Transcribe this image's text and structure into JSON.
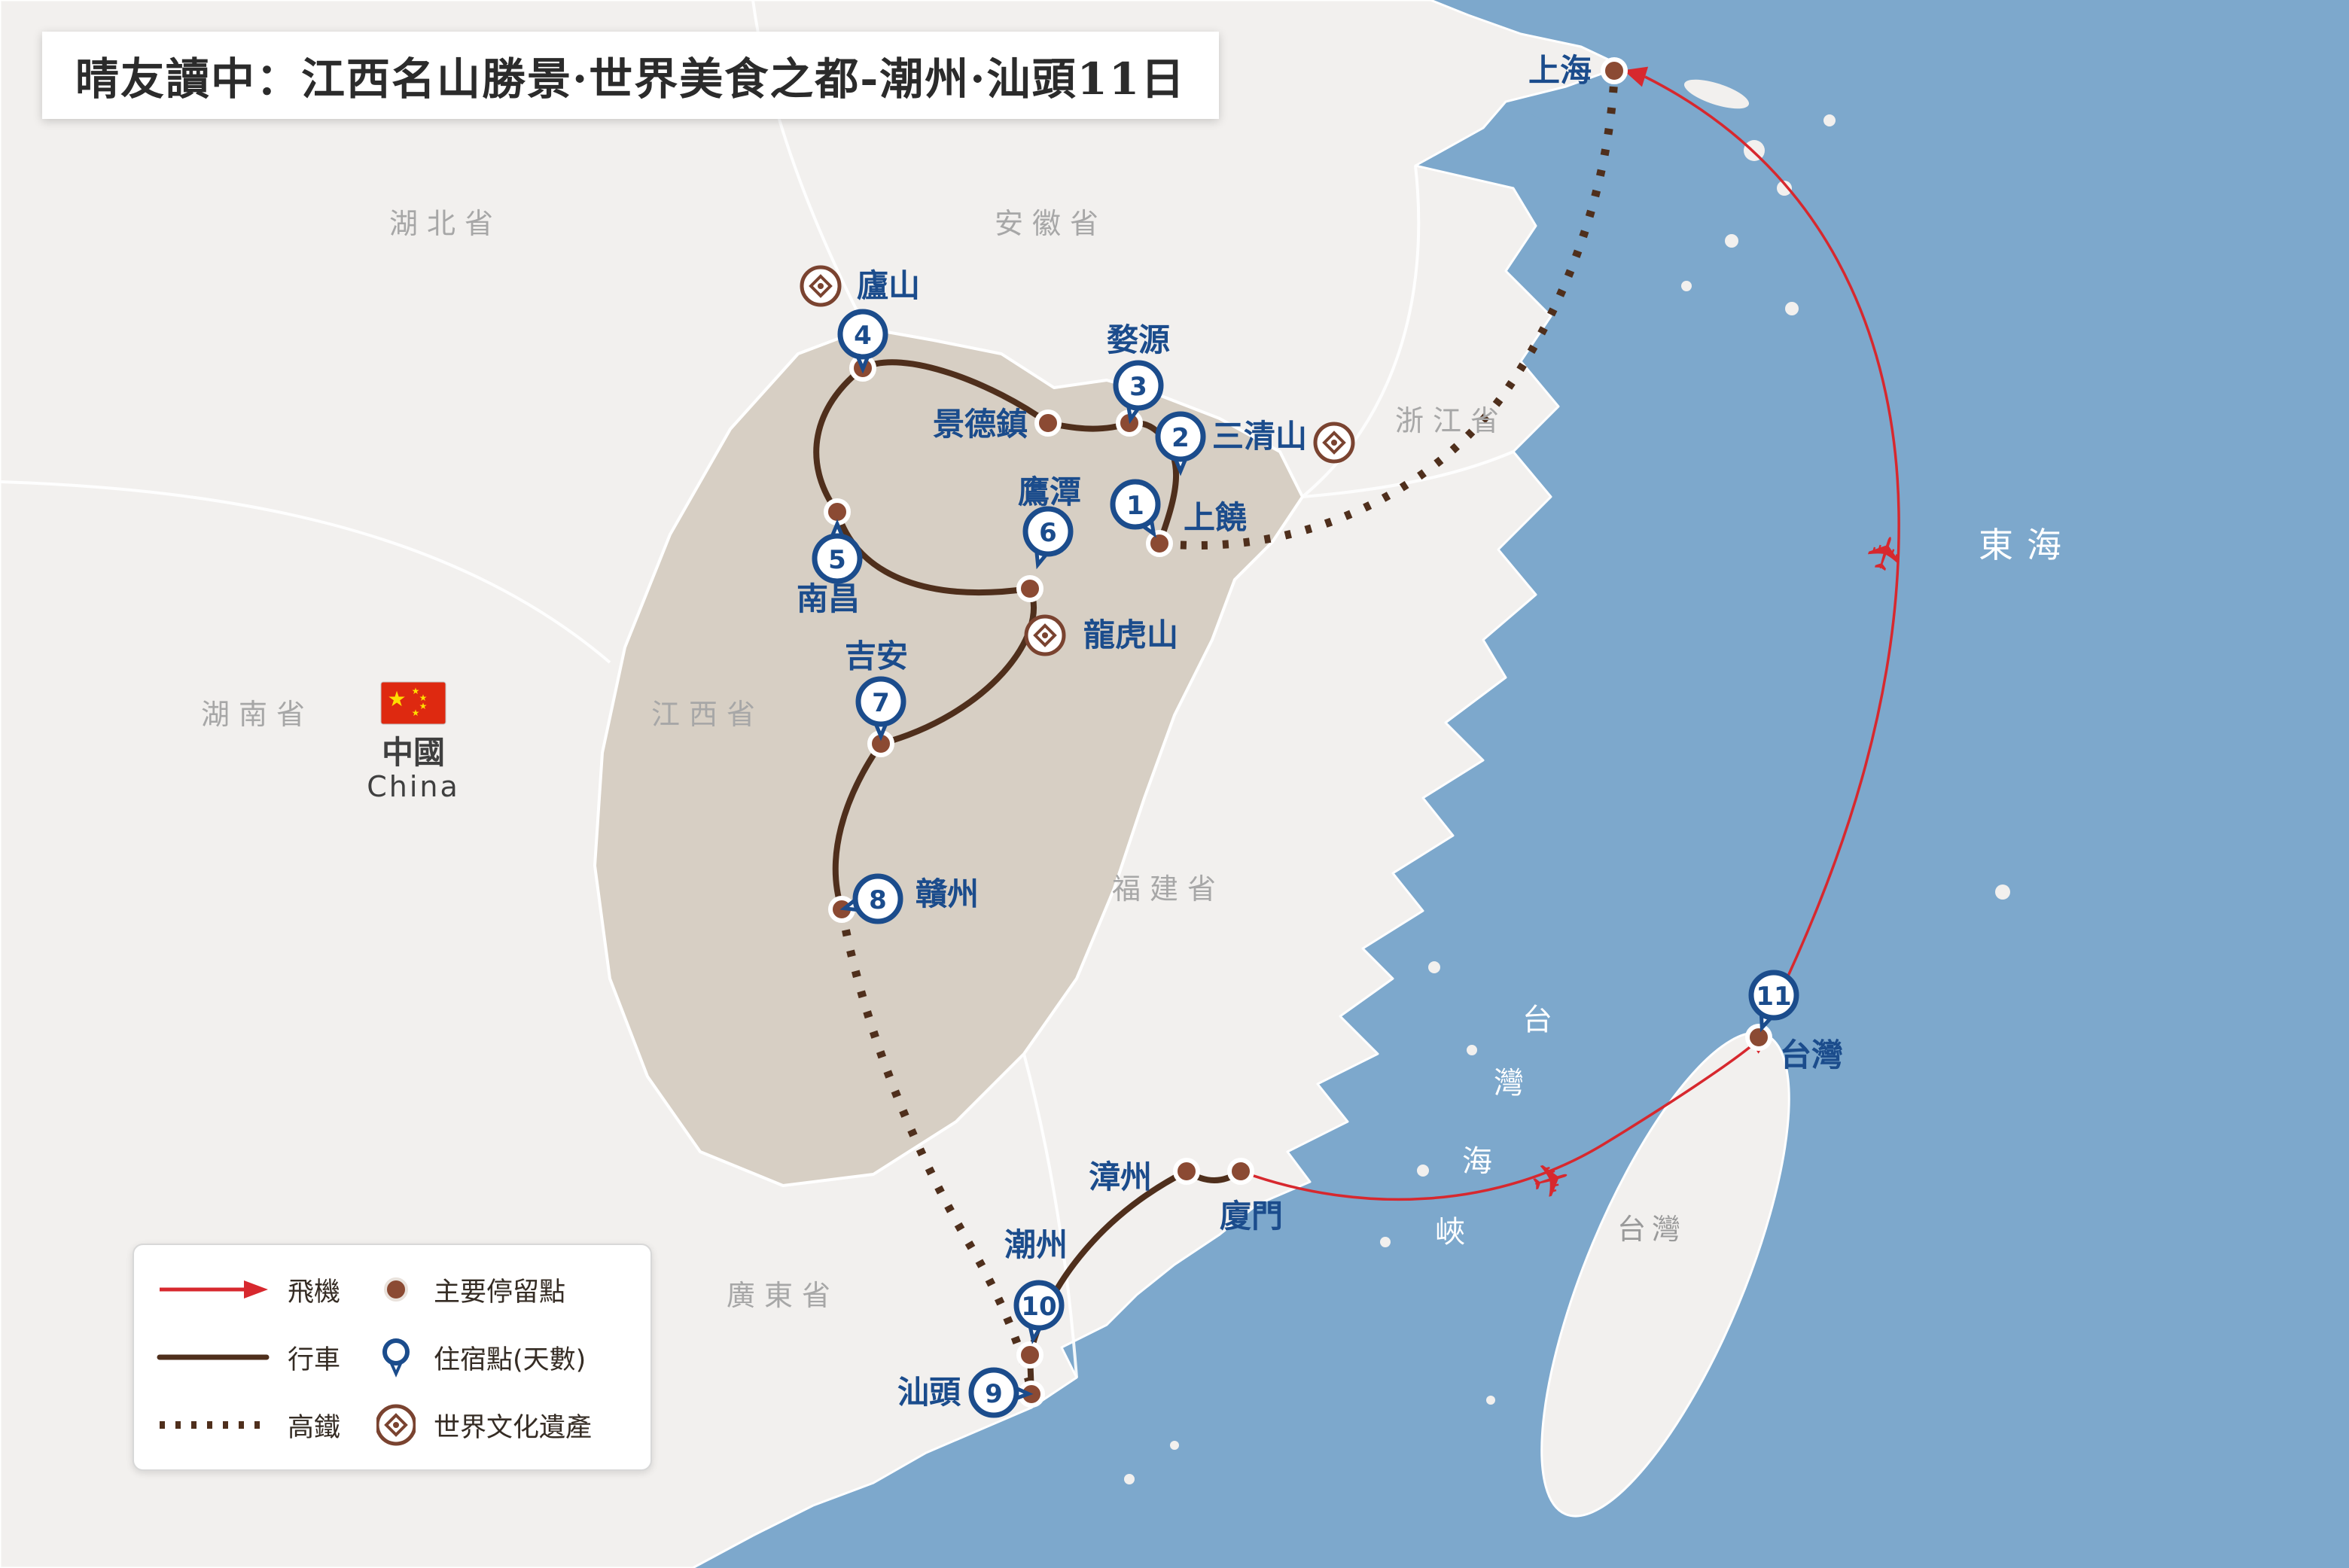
{
  "title": "晴友讀中：江西名山勝景·世界美食之都-潮州·汕頭11日",
  "country": {
    "zh": "中國",
    "en": "China"
  },
  "provinces": [
    {
      "name": "湖北省"
    },
    {
      "name": "安徽省"
    },
    {
      "name": "浙江省"
    },
    {
      "name": "湖南省"
    },
    {
      "name": "江西省"
    },
    {
      "name": "福建省"
    },
    {
      "name": "廣東省"
    }
  ],
  "seas": {
    "east_sea": "東海",
    "strait": {
      "c1": "台",
      "c2": "灣",
      "c3": "海",
      "c4": "峽"
    },
    "taiwan_island": "台灣"
  },
  "stops": [
    {
      "day": "1",
      "label": "上饒"
    },
    {
      "day": "2",
      "label": "三清山"
    },
    {
      "day": "3",
      "label": "婺源"
    },
    {
      "day": "4",
      "label": "廬山"
    },
    {
      "day": "5",
      "label": "南昌"
    },
    {
      "day": "6",
      "label": "鷹潭"
    },
    {
      "day": "7",
      "label": "吉安"
    },
    {
      "day": "8",
      "label": "贛州"
    },
    {
      "day": "9",
      "label": "汕頭"
    },
    {
      "day": "10",
      "label": "潮州"
    },
    {
      "day": "11",
      "label": "台灣"
    }
  ],
  "waypoints": [
    {
      "label": "上海"
    },
    {
      "label": "景德鎮"
    },
    {
      "label": "龍虎山"
    },
    {
      "label": "漳州"
    },
    {
      "label": "廈門"
    }
  ],
  "legend": {
    "flight": "飛機",
    "drive": "行車",
    "rail": "高鐵",
    "stop": "主要停留點",
    "stay": "住宿點(天數)",
    "heritage": "世界文化遺產"
  },
  "icons": {
    "plane": "✈",
    "star": "★"
  },
  "colors": {
    "sea": "#7DA8CC",
    "land": "#F2F0EE",
    "highlight_region": "#D7CFC4",
    "route_brown": "#4F2F1C",
    "stop_dot": "#8B4A33",
    "pin_navy": "#1B4C8C",
    "flight_red": "#D7282E",
    "heritage_brown": "#7A4330"
  }
}
